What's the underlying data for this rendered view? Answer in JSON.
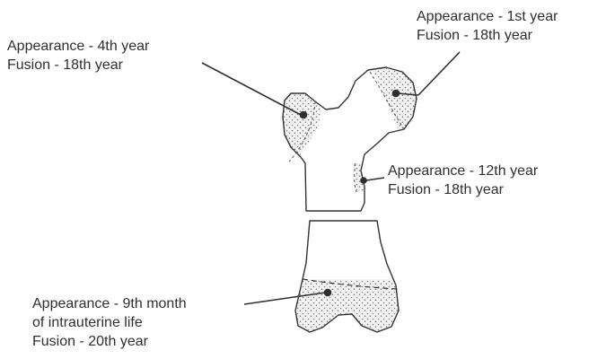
{
  "labels": {
    "greater_trochanter": {
      "appearance": "Appearance - 4th year",
      "fusion": "Fusion - 18th year"
    },
    "head": {
      "appearance": "Appearance - 1st year",
      "fusion": "Fusion - 18th year"
    },
    "lesser_trochanter": {
      "appearance": "Appearance - 12th year",
      "fusion": "Fusion - 18th year"
    },
    "lower_end": {
      "appearance": "Appearance - 9th month",
      "appearance_cont": "of intrauterine life",
      "fusion": "Fusion - 20th year"
    }
  },
  "colors": {
    "ink": "#2f2f2f",
    "stipple": "#8a8a8a",
    "background": "#ffffff"
  }
}
